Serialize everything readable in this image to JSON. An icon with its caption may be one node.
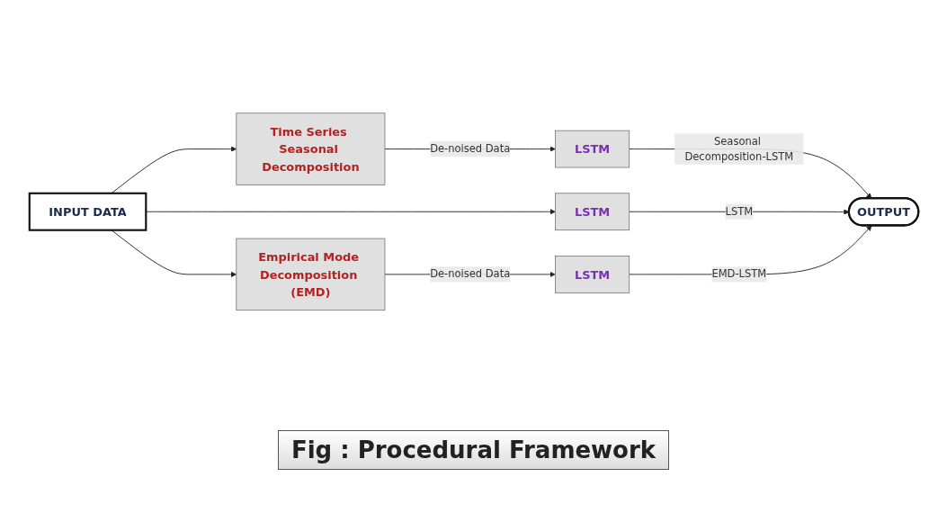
{
  "diagram": {
    "caption": "Fig : Procedural Framework",
    "nodes": [
      {
        "text": [
          "INPUT DATA"
        ]
      },
      {
        "text": [
          "Time Series Seasonal Decomposition"
        ]
      },
      {
        "text": [
          "LSTM"
        ]
      },
      {
        "text": [
          "LSTM"
        ]
      },
      {
        "text": [
          "Empirical Mode Decomposition (EMD)"
        ]
      },
      {
        "text": [
          "LSTM"
        ]
      },
      {
        "text": [
          "OUTPUT"
        ]
      }
    ],
    "edges": [
      {
        "from": 0,
        "to": 1,
        "arrow": "to"
      },
      {
        "from": 1,
        "to": 2,
        "arrow": "to",
        "label": "De-noised Data"
      },
      {
        "from": 2,
        "to": 6,
        "arrow": "to",
        "label": "Seasonal Decomposition-LSTM"
      },
      {
        "from": 0,
        "to": 3,
        "arrow": "to"
      },
      {
        "from": 3,
        "to": 6,
        "arrow": "to",
        "label": "LSTM"
      },
      {
        "from": 0,
        "to": 4,
        "arrow": "to"
      },
      {
        "from": 4,
        "to": 5,
        "arrow": "to",
        "label": "De-noised Data"
      },
      {
        "from": 5,
        "to": 6,
        "arrow": "to",
        "label": "EMD-LSTM"
      }
    ]
  }
}
